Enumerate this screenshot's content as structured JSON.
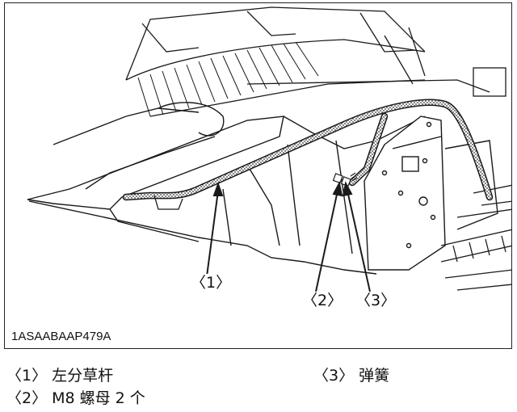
{
  "figure": {
    "code": "1ASAABAAP479A",
    "callouts": [
      {
        "id": "1",
        "label": "〈1〉"
      },
      {
        "id": "2",
        "label": "〈2〉"
      },
      {
        "id": "3",
        "label": "〈3〉"
      }
    ]
  },
  "legend": {
    "items": [
      {
        "num": "〈1〉",
        "text": "左分草杆"
      },
      {
        "num": "〈2〉",
        "text": "M8 螺母 2 个"
      },
      {
        "num": "〈3〉",
        "text": "弹簧"
      }
    ]
  },
  "colors": {
    "line": "#1a1a1a",
    "highlight_fill": "#7a7a7a",
    "paper": "#ffffff"
  }
}
